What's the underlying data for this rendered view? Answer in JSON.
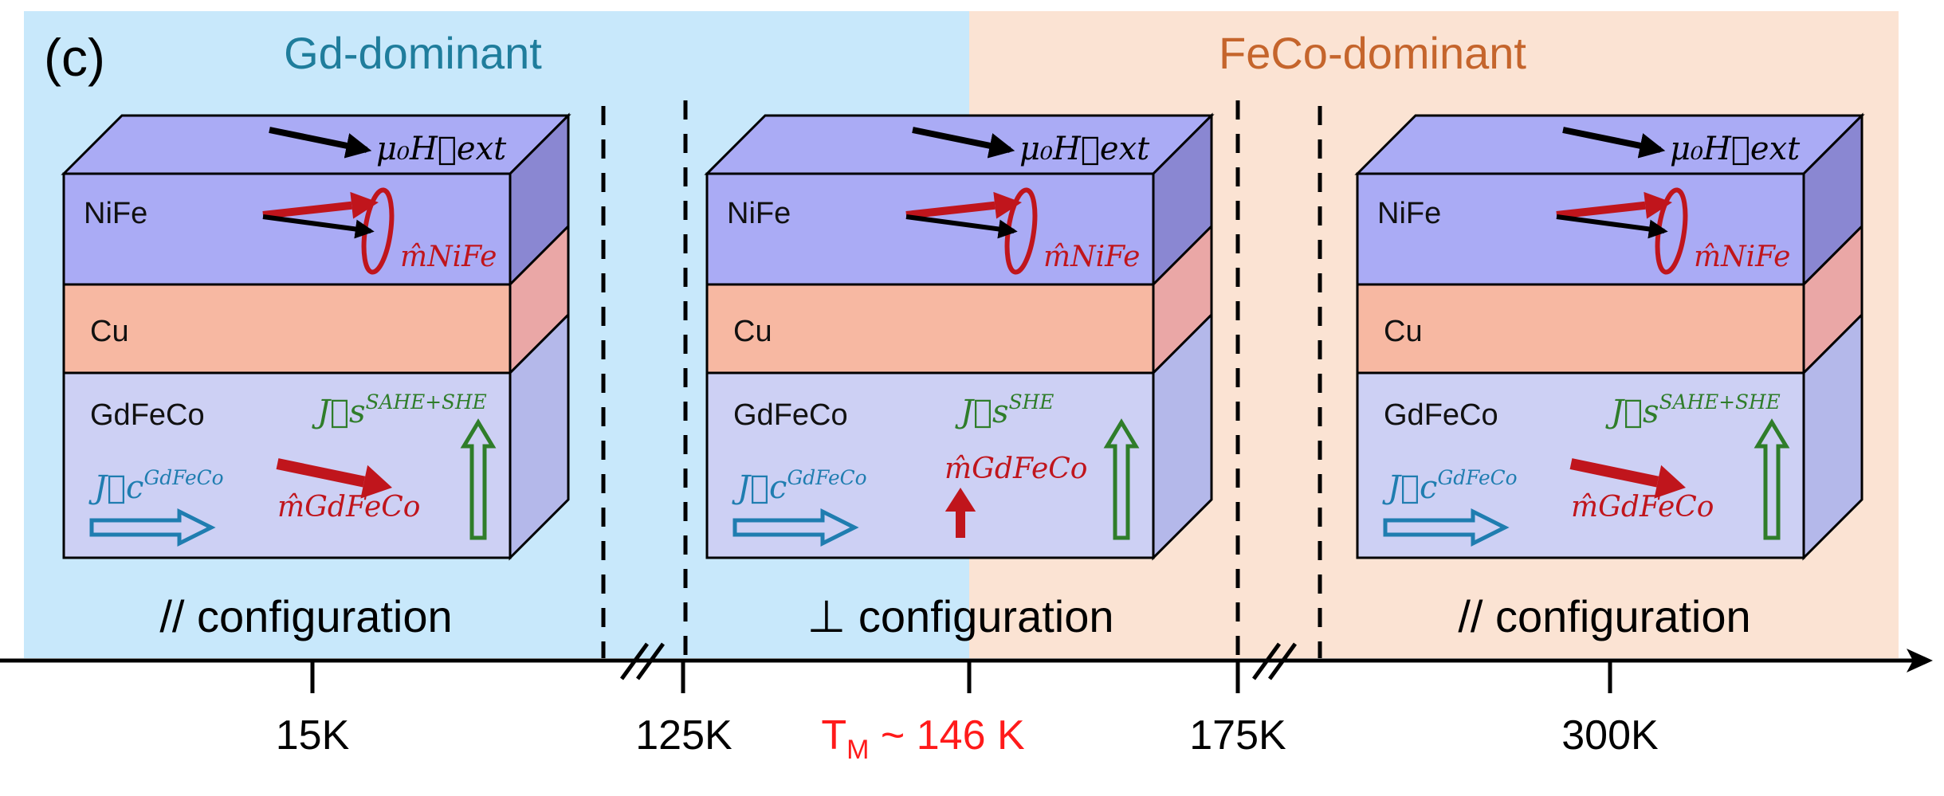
{
  "panel_label": "(c)",
  "regions": {
    "left": {
      "label": "Gd-dominant",
      "color": "#c8e8fb",
      "label_color": "#1f7d9c"
    },
    "right": {
      "label": "FeCo-dominant",
      "color": "#fbe3d3",
      "label_color": "#c5652c"
    }
  },
  "stacks": [
    {
      "layers": {
        "top": "NiFe",
        "middle": "Cu",
        "bottom": "GdFeCo"
      },
      "field_label": "μ₀H⃗ext",
      "m_nife_label": "m̂NiFe",
      "js_label": {
        "main": "J⃗s",
        "sup": "SAHE+SHE"
      },
      "jc_label": {
        "main": "J⃗c",
        "sup": "GdFeCo"
      },
      "m_gdfeco_label": "m̂GdFeCo",
      "m_gdfeco_dir": "inplane",
      "config_label": "// configuration"
    },
    {
      "layers": {
        "top": "NiFe",
        "middle": "Cu",
        "bottom": "GdFeCo"
      },
      "field_label": "μ₀H⃗ext",
      "m_nife_label": "m̂NiFe",
      "js_label": {
        "main": "J⃗s",
        "sup": "SHE"
      },
      "jc_label": {
        "main": "J⃗c",
        "sup": "GdFeCo"
      },
      "m_gdfeco_label": "m̂GdFeCo",
      "m_gdfeco_dir": "up",
      "config_label": "⊥ configuration"
    },
    {
      "layers": {
        "top": "NiFe",
        "middle": "Cu",
        "bottom": "GdFeCo"
      },
      "field_label": "μ₀H⃗ext",
      "m_nife_label": "m̂NiFe",
      "js_label": {
        "main": "J⃗s",
        "sup": "SAHE+SHE"
      },
      "jc_label": {
        "main": "J⃗c",
        "sup": "GdFeCo"
      },
      "m_gdfeco_label": "m̂GdFeCo",
      "m_gdfeco_dir": "inplane",
      "config_label": "// configuration"
    }
  ],
  "axis": {
    "ticks": [
      {
        "label": "15K",
        "highlight": false
      },
      {
        "label": "125K",
        "highlight": false
      },
      {
        "label": "T",
        "sub": "M",
        "rest": " ~ 146 K",
        "highlight": true
      },
      {
        "label": "175K",
        "highlight": false
      },
      {
        "label": "300K",
        "highlight": false
      }
    ],
    "highlight_color": "#ff1a1a"
  },
  "colors": {
    "nife": "#aaabf5",
    "cu": "#f7b8a2",
    "gdfeco": "#cdd0f4",
    "red_arrow": "#c0151c",
    "green_arrow": "#2f7d2a",
    "blue_arrow": "#1f7db0"
  }
}
